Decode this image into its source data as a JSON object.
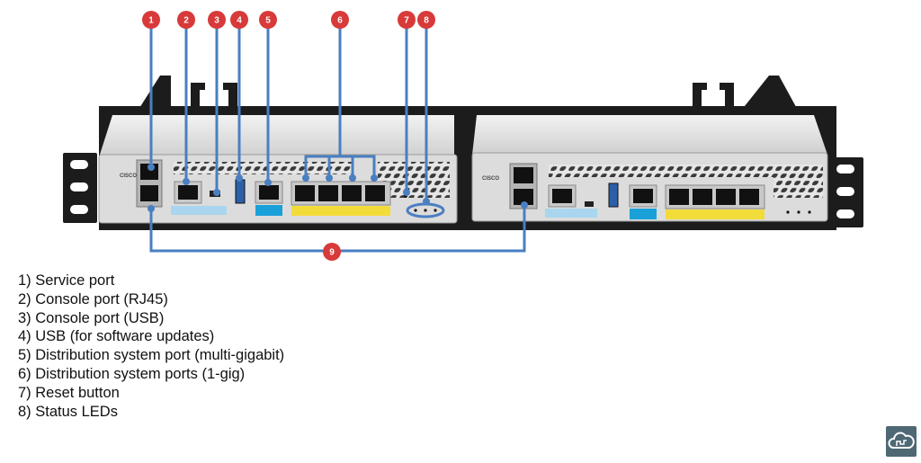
{
  "diagram": {
    "subject": "Cisco wireless controller front panel (two units in rack mount)",
    "callouts": [
      {
        "number": "1",
        "label": "Service port"
      },
      {
        "number": "2",
        "label": "Console port (RJ45)"
      },
      {
        "number": "3",
        "label": "Console port (USB)"
      },
      {
        "number": "4",
        "label": "USB (for software updates)"
      },
      {
        "number": "5",
        "label": "Distribution system port (multi-gigabit)"
      },
      {
        "number": "6",
        "label": "Distribution system ports (1-gig)"
      },
      {
        "number": "7",
        "label": "Reset button"
      },
      {
        "number": "8",
        "label": "Status LEDs"
      },
      {
        "number": "9",
        "label": ""
      }
    ],
    "device_brand": "CISCO",
    "legend": [
      "1) Service port",
      "2) Console port (RJ45)",
      "3) Console port (USB)",
      "4) USB (for software updates)",
      "5) Distribution system port (multi-gigabit)",
      "6) Distribution system ports (1-gig)",
      "7) Reset button",
      "8) Status LEDs"
    ],
    "colors": {
      "callout_red": "#d83a3a",
      "leader_blue": "#4a7fc1",
      "console_band": "#a9d6ee",
      "mgig_band": "#1aa0d8",
      "gig_band": "#f2dc3a",
      "chassis": "#d9d9d9",
      "rack": "#1c1c1c"
    }
  },
  "corner_logo": {
    "icon": "cloud-network-icon"
  }
}
